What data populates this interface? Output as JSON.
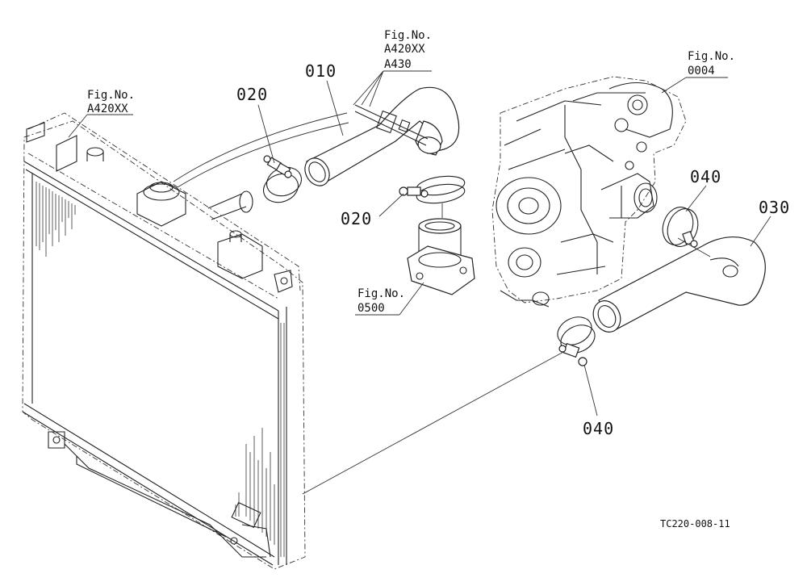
{
  "diagram": {
    "part_labels": {
      "p010": "010",
      "p020_upper": "020",
      "p020_lower": "020",
      "p030": "030",
      "p040_upper": "040",
      "p040_lower": "040"
    },
    "figure_refs": {
      "radiator": {
        "heading": "Fig.No.",
        "number": "A420XX"
      },
      "upper_hose": {
        "heading": "Fig.No.",
        "number1": "A420XX",
        "number2": "A430"
      },
      "engine": {
        "heading": "Fig.No.",
        "number": "0004"
      },
      "thermostat_housing": {
        "heading": "Fig.No.",
        "number": "0500"
      }
    },
    "drawing_code": "TC220-008-11"
  }
}
